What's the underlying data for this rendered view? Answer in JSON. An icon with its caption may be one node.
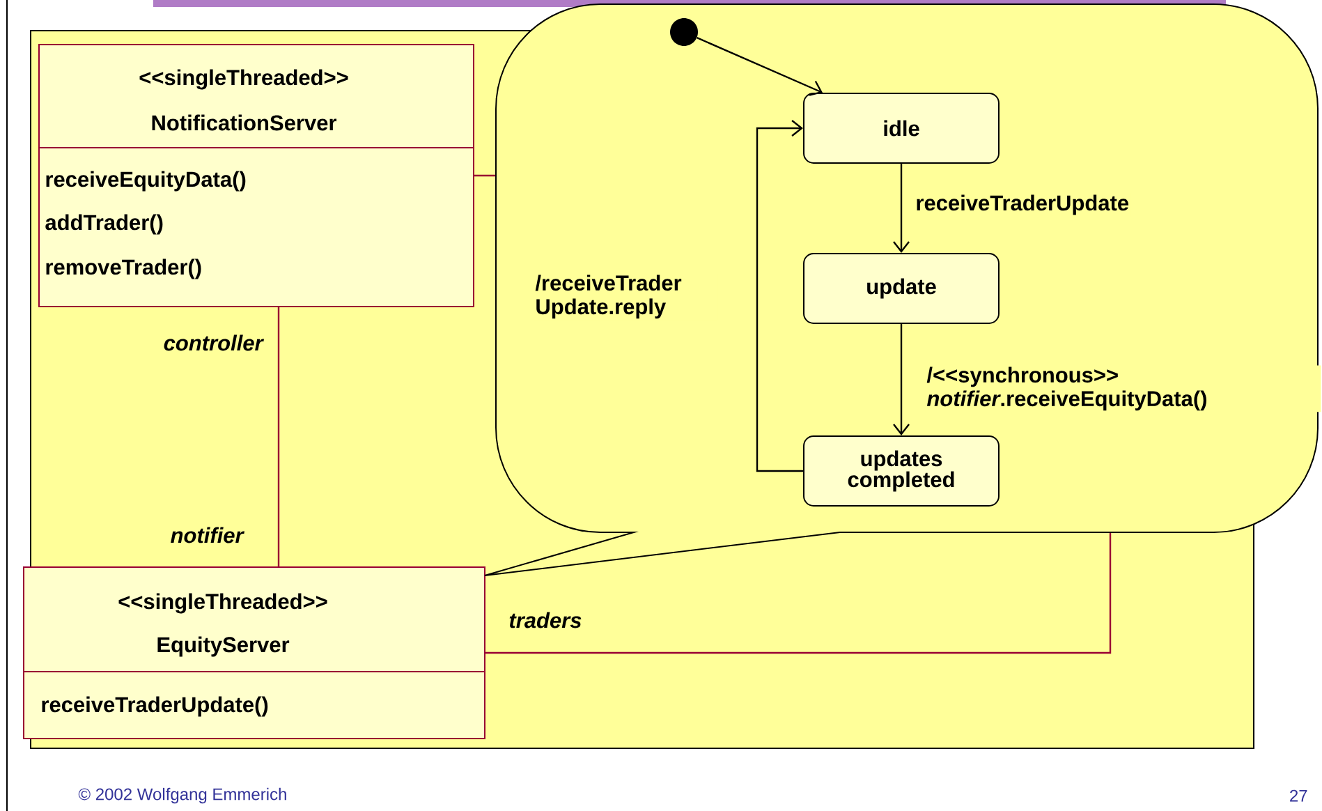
{
  "diagram": {
    "nodes": [
      {
        "text": [
          "<<singleThreaded>>",
          "NotificationServer",
          "receiveEquityData()",
          "addTrader()",
          "removeTrader()"
        ]
      },
      {
        "text": [
          "<<singleThreaded>>",
          "EquityServer",
          "receiveTraderUpdate()"
        ]
      },
      {
        "text": [],
        "shape": "callout"
      },
      {
        "text": [],
        "shape": "circle",
        "in": 2
      },
      {
        "text": [
          "idle"
        ],
        "in": 2
      },
      {
        "text": [
          "update"
        ],
        "in": 2
      },
      {
        "text": [
          "updates completed"
        ],
        "in": 2
      }
    ],
    "edges": [
      {
        "from": 0,
        "to": 1,
        "arrow": "none",
        "color": "#990033"
      },
      {
        "from": 1,
        "to": 0,
        "arrow": "none",
        "label": "traders",
        "color": "#990033"
      },
      {
        "from": 3,
        "to": 4,
        "arrow": "to"
      },
      {
        "from": 4,
        "to": 5,
        "arrow": "to",
        "label": "receiveTraderUpdate"
      },
      {
        "from": 5,
        "to": 6,
        "arrow": "to",
        "label": "/<<synchronous>> *notifier*.receiveEquityData()"
      },
      {
        "from": 6,
        "to": 4,
        "arrow": "to",
        "label": "/receiveTrader Update.reply"
      }
    ],
    "labels": [
      "controller",
      "notifier",
      "© 2002 Wolfgang Emmerich",
      "27"
    ]
  }
}
